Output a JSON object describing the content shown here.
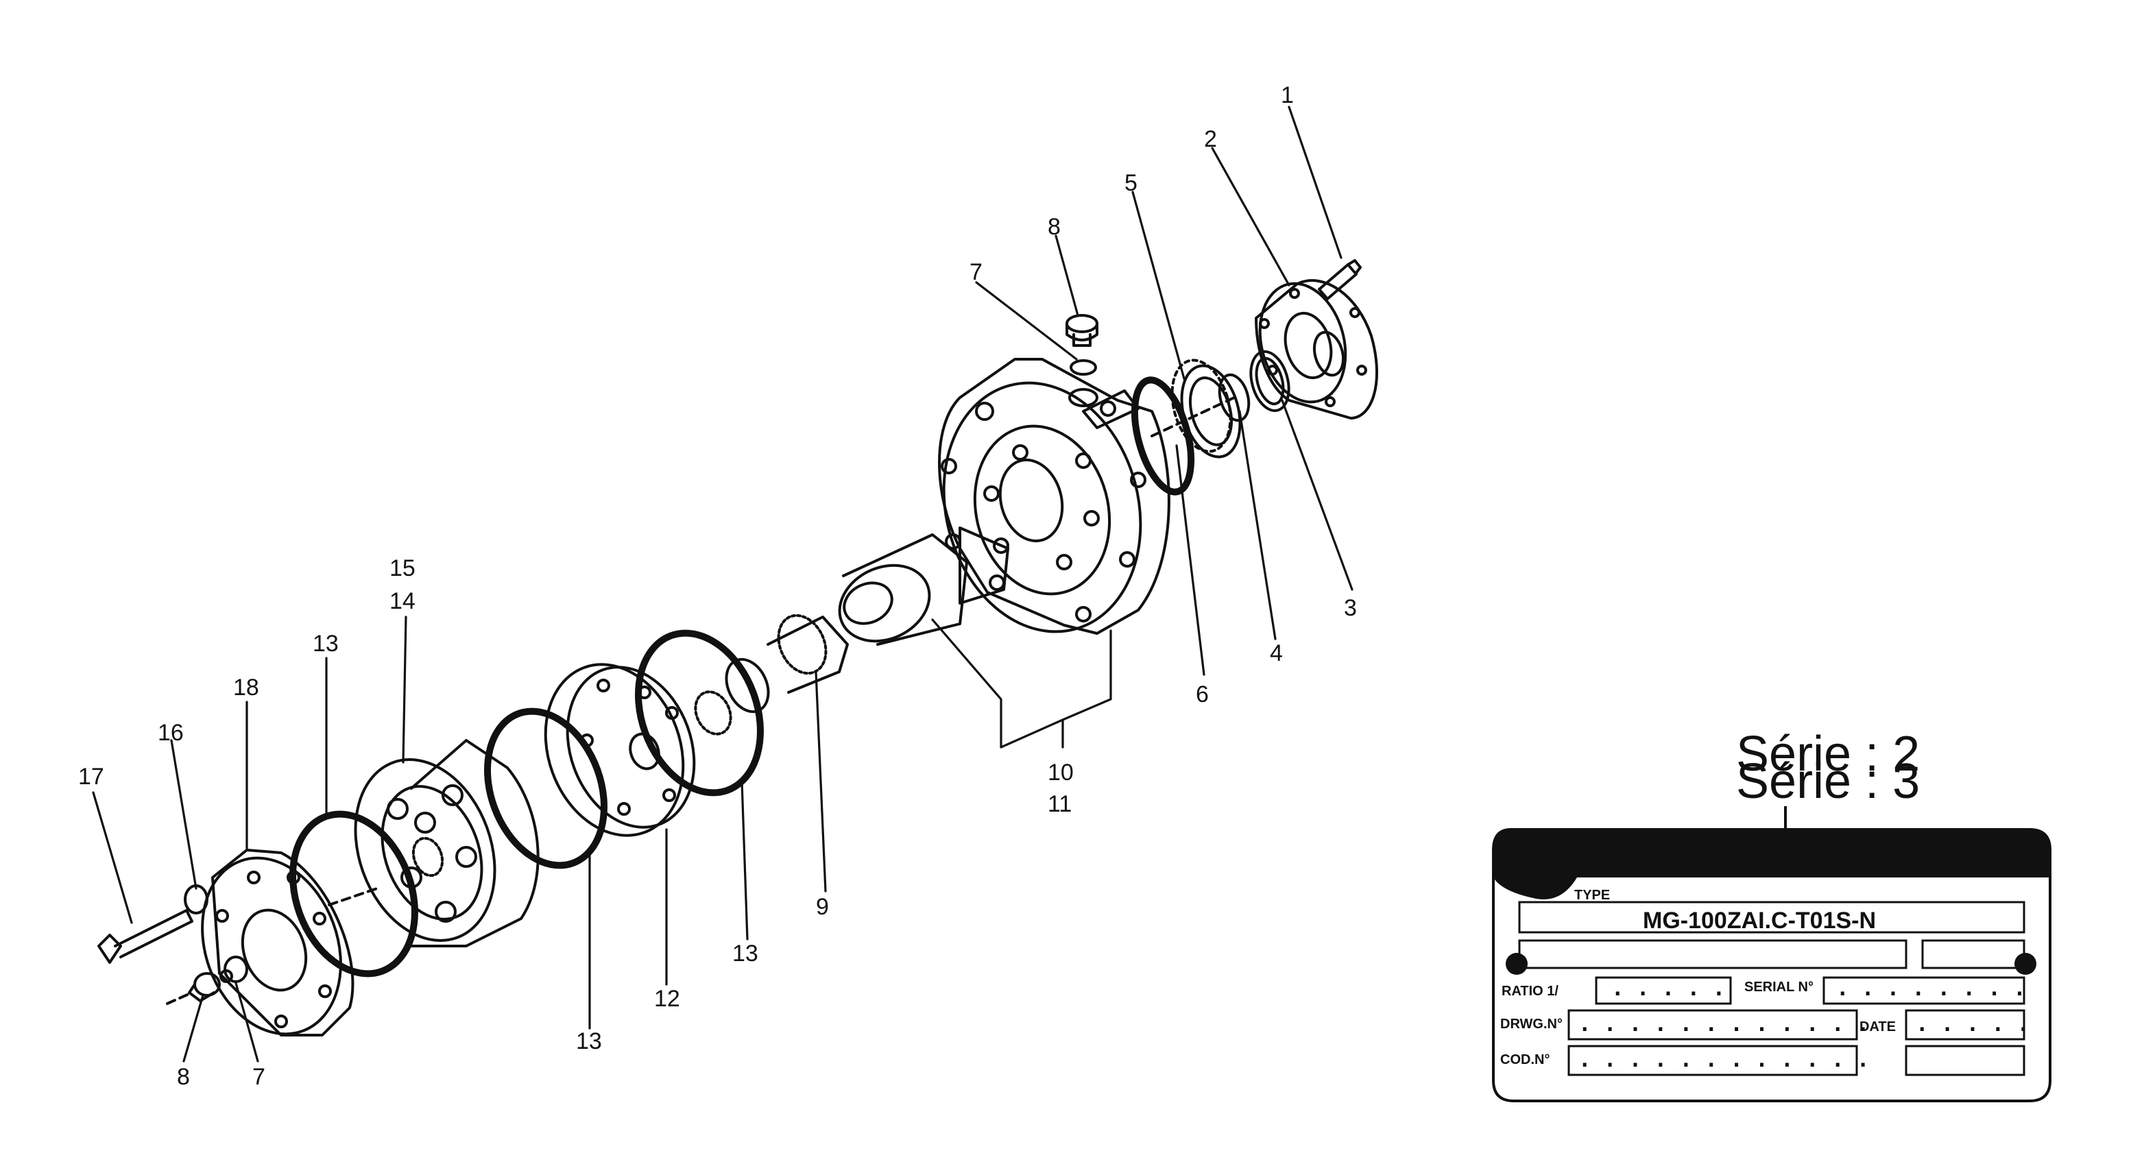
{
  "callouts": {
    "n1": "1",
    "n2": "2",
    "n3": "3",
    "n4": "4",
    "n5": "5",
    "n6": "6",
    "n7_top": "7",
    "n8_top": "8",
    "n9": "9",
    "n10": "10",
    "n11": "11",
    "n12": "12",
    "n13_a": "13",
    "n13_b": "13",
    "n13_c": "13",
    "n14": "14",
    "n15": "15",
    "n16": "16",
    "n17": "17",
    "n18": "18",
    "n7_bottom": "7",
    "n8_bottom": "8"
  },
  "nameplate": {
    "serie_line1": "Série : 2",
    "serie_line2": "Série : 3",
    "type_label": "TYPE",
    "type_value": "MG-100ZAI.C-T01S-N",
    "ratio_label": "RATIO 1/",
    "ratio_value": ". . . . .",
    "serial_label": "SERIAL N°",
    "serial_value": ". . . . . . . .",
    "drwg_label": "DRWG.N°",
    "drwg_value": ". . . . . . . . . . . .",
    "date_label": "DATE",
    "date_value": ". . . . .",
    "cod_label": "COD.N°",
    "cod_value": ". . . . . . . . . . . ."
  }
}
